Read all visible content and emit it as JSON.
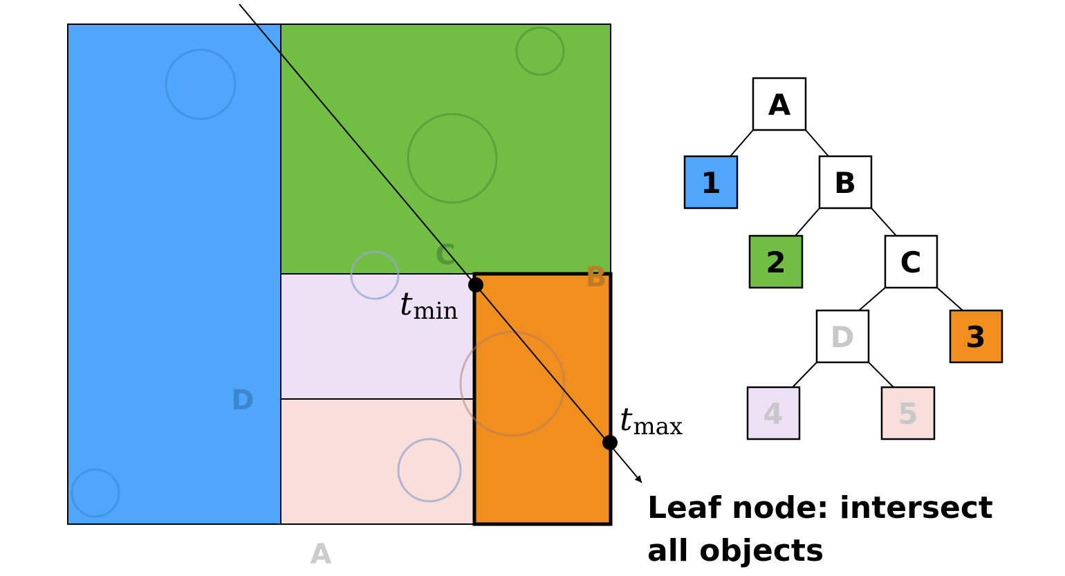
{
  "colors": {
    "blue": "#4fa6fa",
    "green": "#72bd43",
    "orange": "#f08f1e",
    "lavender": "#ede1f5",
    "pink": "#f9dfdb"
  },
  "region_labels": {
    "a": "A",
    "b": "B",
    "c": "C",
    "d": "D"
  },
  "ray_points": {
    "t_min": "t",
    "t_min_sub": "min",
    "t_max": "t",
    "t_max_sub": "max"
  },
  "tree": {
    "a": "A",
    "b": "B",
    "c": "C",
    "d": "D",
    "leaf1": "1",
    "leaf2": "2",
    "leaf3": "3",
    "leaf4": "4",
    "leaf5": "5"
  },
  "caption": {
    "line1": "Leaf node: intersect",
    "line2": "all objects"
  }
}
